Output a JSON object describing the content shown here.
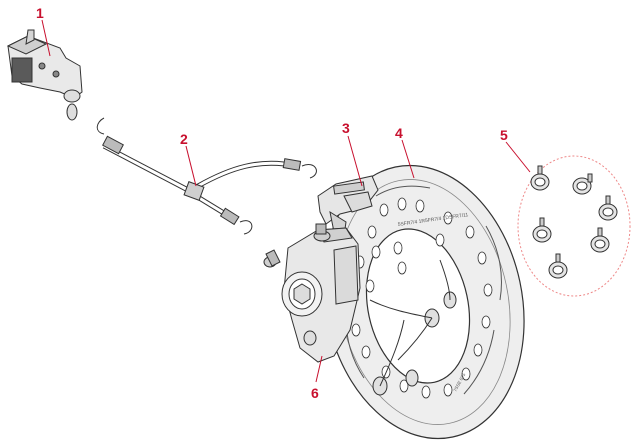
{
  "callouts": [
    {
      "id": "1"
    },
    {
      "id": "2"
    },
    {
      "id": "3"
    },
    {
      "id": "4"
    },
    {
      "id": "5"
    },
    {
      "id": "6"
    }
  ],
  "rotor_markings": {
    "part_numbers": "5SFR7/4 1R5FR7/4 1DSFR7/11",
    "bottom_mark": "7SSE 025"
  },
  "colors": {
    "callout": "#c8102e",
    "line_art": "#333333",
    "leader": "#c8102e",
    "kit_outline": "#e88"
  }
}
